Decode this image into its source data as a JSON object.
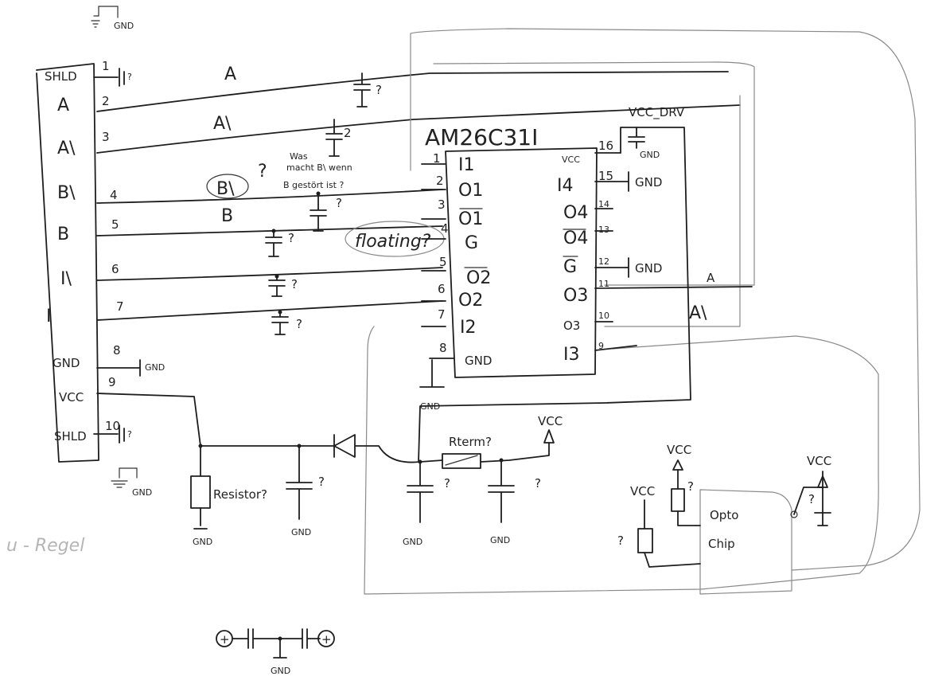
{
  "connector": {
    "pins": [
      {
        "num": "1",
        "label": "SHLD"
      },
      {
        "num": "2",
        "label": "A"
      },
      {
        "num": "3",
        "label": "A\\"
      },
      {
        "num": "4",
        "label": "B\\"
      },
      {
        "num": "5",
        "label": "B"
      },
      {
        "num": "6",
        "label": "I\\"
      },
      {
        "num": "7",
        "label": "I"
      },
      {
        "num": "8",
        "label": "GND"
      },
      {
        "num": "9",
        "label": "VCC"
      },
      {
        "num": "10",
        "label": "SHLD"
      }
    ]
  },
  "chip": {
    "name": "AM26C31I",
    "left_pins": [
      {
        "num": "1",
        "label": "I1"
      },
      {
        "num": "2",
        "label": "O1"
      },
      {
        "num": "3",
        "label": "O1"
      },
      {
        "num": "4",
        "label": "G"
      },
      {
        "num": "5",
        "label": "O2"
      },
      {
        "num": "6",
        "label": "O2"
      },
      {
        "num": "7",
        "label": "I2"
      },
      {
        "num": "8",
        "label": "GND"
      }
    ],
    "right_pins": [
      {
        "num": "16",
        "label": "VCC"
      },
      {
        "num": "15",
        "label": "I4"
      },
      {
        "num": "14",
        "label": "O4"
      },
      {
        "num": "13",
        "label": "O4"
      },
      {
        "num": "12",
        "label": "G"
      },
      {
        "num": "11",
        "label": "O3"
      },
      {
        "num": "10",
        "label": "O3"
      },
      {
        "num": "9",
        "label": "I3"
      }
    ]
  },
  "labels": {
    "gnd": "GND",
    "vcc": "VCC",
    "vcc_drv": "VCC_DRV",
    "sig_a": "A",
    "sig_a_inv": "A\\",
    "sig_b": "B",
    "sig_b_inv": "B\\",
    "question": "?",
    "cap_2": "2",
    "note_line1": "Was",
    "note_line2": "macht B\\ wenn",
    "note_line3": "B gestört ist ?",
    "floating": "floating?",
    "resistor": "Resistor?",
    "rterm": "Rterm?",
    "opto_line1": "Opto",
    "opto_line2": "Chip",
    "plus": "+",
    "pencil_note": "u - Regel"
  },
  "colors": {
    "ink": "#1e1e1e",
    "pencil": "#8a8a8a",
    "paper": "#ffffff"
  }
}
